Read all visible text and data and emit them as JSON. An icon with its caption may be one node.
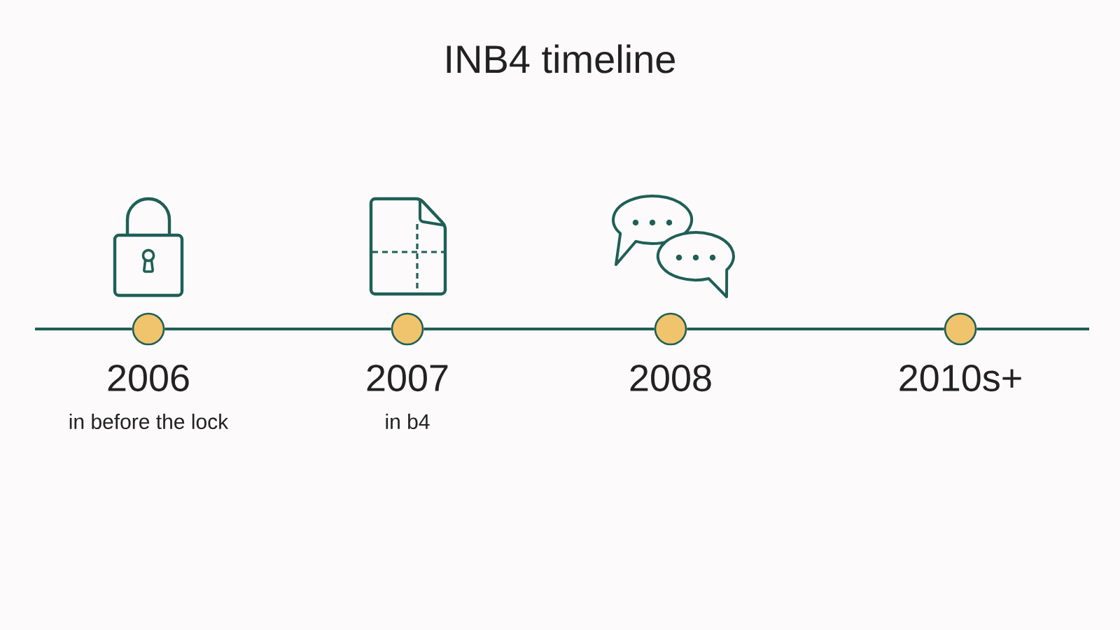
{
  "diagram": {
    "title": "INB4 timeline",
    "nodes": [
      {
        "text": [],
        "shape": "circle",
        "beside": [
          "2006",
          "in before the lock"
        ]
      },
      {
        "text": [],
        "shape": "circle",
        "beside": [
          "2007",
          "in b4"
        ]
      },
      {
        "text": [],
        "shape": "circle",
        "beside": [
          "2008"
        ]
      },
      {
        "text": [],
        "shape": "circle",
        "beside": [
          "2010s+"
        ]
      }
    ],
    "edges": [
      {
        "from": null,
        "to": 0,
        "arrow": "none"
      },
      {
        "from": 0,
        "to": 1,
        "arrow": "none"
      },
      {
        "from": 1,
        "to": 2,
        "arrow": "none"
      },
      {
        "from": 2,
        "to": 3,
        "arrow": "none"
      },
      {
        "from": 3,
        "to": null,
        "arrow": "none"
      }
    ]
  }
}
